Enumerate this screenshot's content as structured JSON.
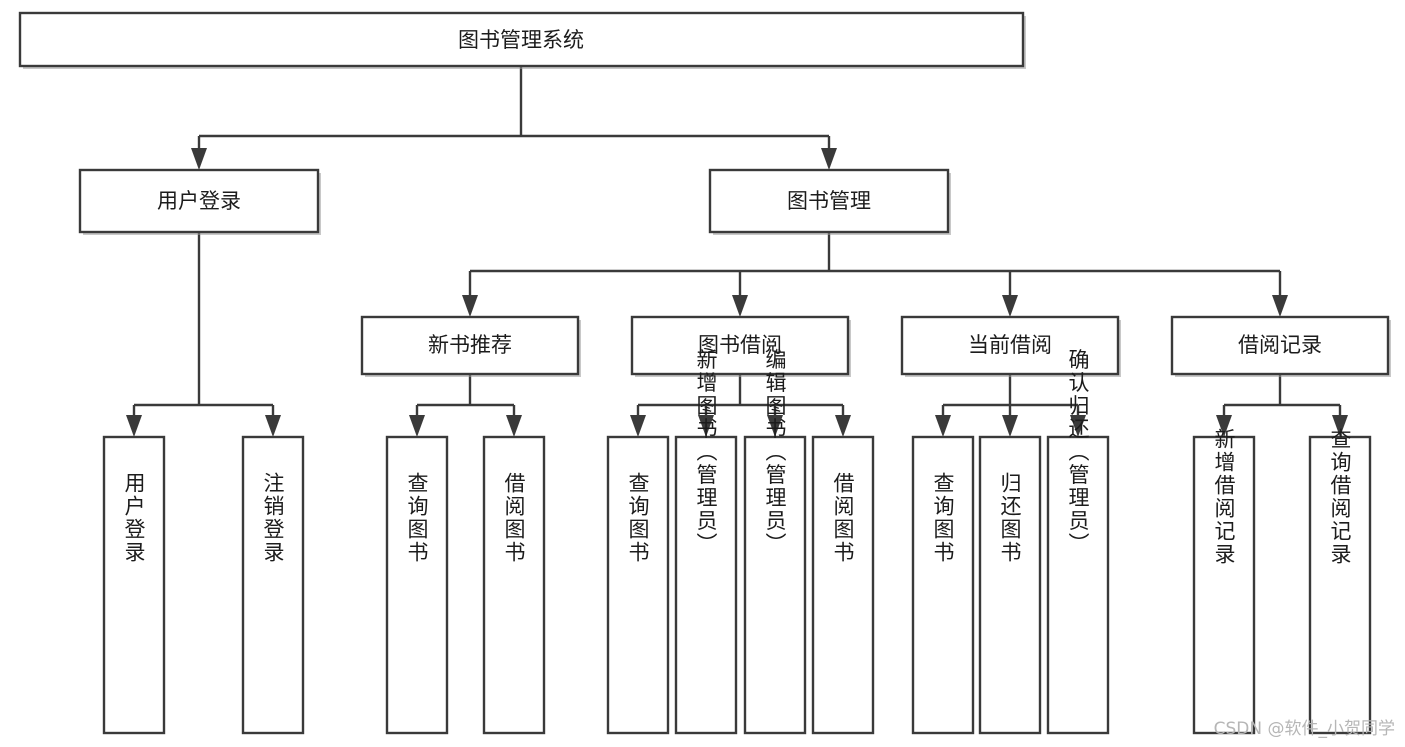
{
  "diagram": {
    "title": "图书管理系统",
    "watermark": "CSDN @软件_小贺同学",
    "colors": {
      "box_stroke": "#3a3a3a",
      "box_fill": "#ffffff",
      "text": "#1c1c1c",
      "watermark": "#b6b6b6",
      "background": "#ffffff"
    },
    "root": {
      "label": "图书管理系统"
    },
    "level2": [
      {
        "label": "用户登录"
      },
      {
        "label": "图书管理"
      }
    ],
    "level3": [
      {
        "label": "新书推荐"
      },
      {
        "label": "图书借阅"
      },
      {
        "label": "当前借阅"
      },
      {
        "label": "借阅记录"
      }
    ],
    "leaves": {
      "user_login": [
        {
          "label": "用户登录"
        },
        {
          "label": "注销登录"
        }
      ],
      "new_book": [
        {
          "label": "查询图书"
        },
        {
          "label": "借阅图书"
        }
      ],
      "book_borrow": [
        {
          "label": "查询图书"
        },
        {
          "label": "新增图书（管理员）"
        },
        {
          "label": "编辑图书（管理员）"
        },
        {
          "label": "借阅图书"
        }
      ],
      "current_borrow": [
        {
          "label": "查询图书"
        },
        {
          "label": "归还图书"
        },
        {
          "label": "确认归还（管理员）"
        }
      ],
      "borrow_record": [
        {
          "label": "新增借阅记录"
        },
        {
          "label": "查询借阅记录"
        }
      ]
    }
  }
}
